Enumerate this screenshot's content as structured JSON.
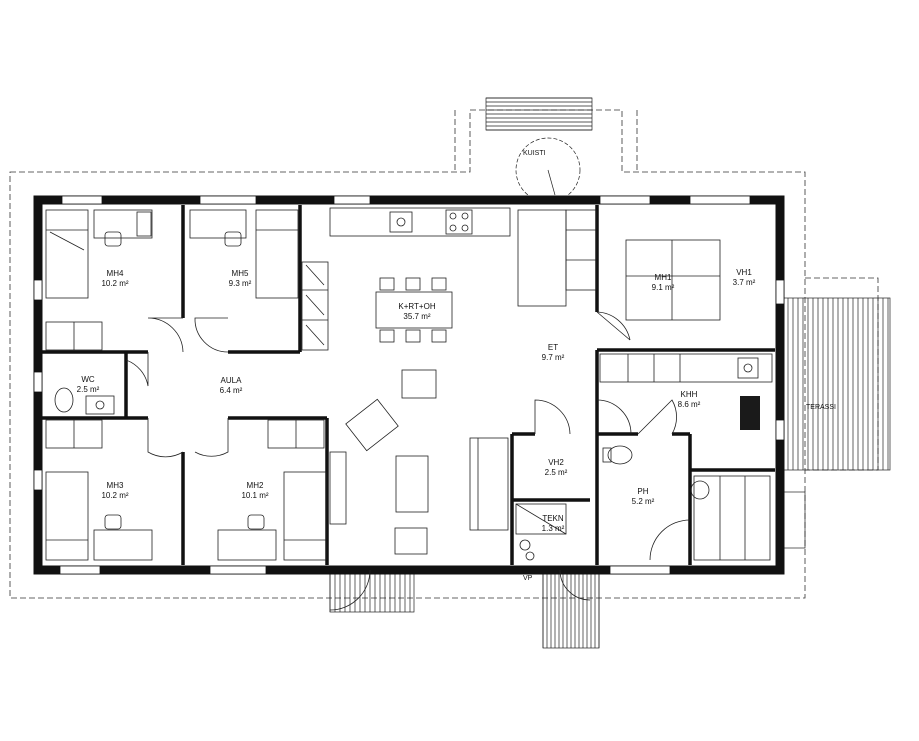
{
  "rooms": {
    "mh4": {
      "name": "MH4",
      "area": "10.2 m²"
    },
    "mh5": {
      "name": "MH5",
      "area": "9.3 m²"
    },
    "kitchen": {
      "name": "K+RT+OH",
      "area": "35.7 m²"
    },
    "mh1": {
      "name": "MH1",
      "area": "9.1 m²"
    },
    "vh1": {
      "name": "VH1",
      "area": "3.7 m²"
    },
    "wc": {
      "name": "WC",
      "area": "2.5 m²"
    },
    "aula": {
      "name": "AULA",
      "area": "6.4 m²"
    },
    "et": {
      "name": "ET",
      "area": "9.7 m²"
    },
    "khh": {
      "name": "KHH",
      "area": "8.6 m²"
    },
    "mh3": {
      "name": "MH3",
      "area": "10.2 m²"
    },
    "mh2": {
      "name": "MH2",
      "area": "10.1 m²"
    },
    "vh2": {
      "name": "VH2",
      "area": "2.5 m²"
    },
    "tekn": {
      "name": "TEKN",
      "area": "1.3 m²"
    },
    "ph": {
      "name": "PH",
      "area": "5.2 m²"
    }
  },
  "outdoor": {
    "kuisti": "KUISTI",
    "terassi": "TERASSI",
    "vp": "VP"
  },
  "colors": {
    "wall": "#111111",
    "line": "#222222",
    "fill_dark": "#1a1a1a",
    "background": "#ffffff"
  }
}
